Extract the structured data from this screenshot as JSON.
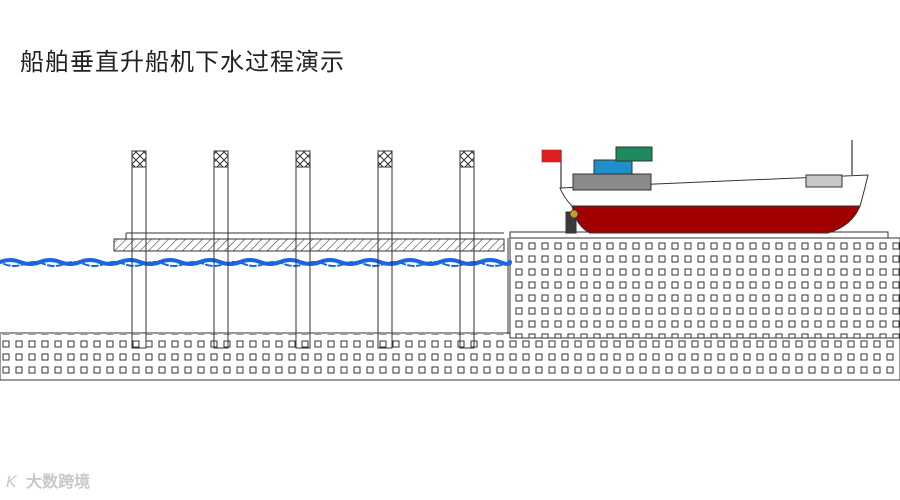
{
  "title": "船舶垂直升船机下水过程演示",
  "watermark": {
    "logo": "K",
    "text": "大数跨境"
  },
  "colors": {
    "background": "#ffffff",
    "water": "#1a66e0",
    "hull_red": "#a00000",
    "flag": "#e02020",
    "cabin_gray": "#c8c8c8",
    "container_green": "#1f8a5e",
    "container_blue": "#1e8fc8",
    "container_gray": "#8a8a8a",
    "outline": "#333333"
  },
  "diagram": {
    "tower_count": 5,
    "towers": [
      "tower-1",
      "tower-2",
      "tower-3",
      "tower-4",
      "tower-5"
    ]
  }
}
